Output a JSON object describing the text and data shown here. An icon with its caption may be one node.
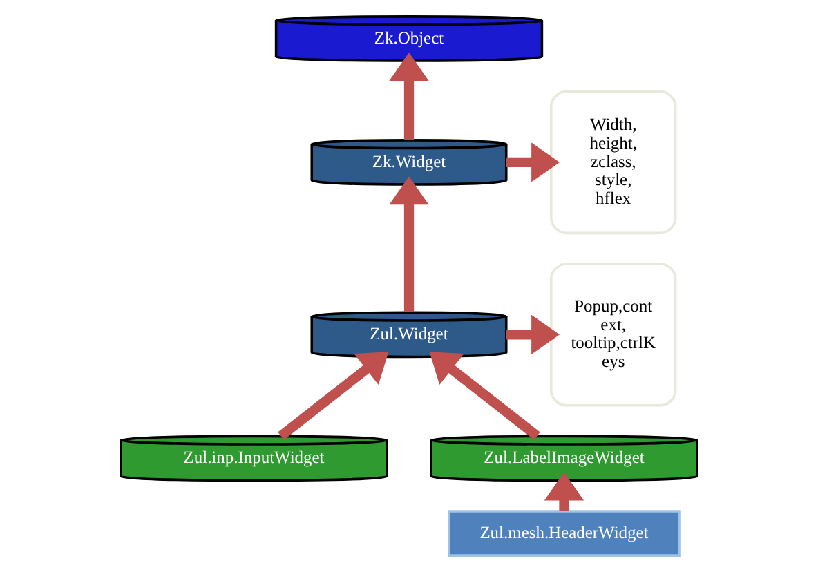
{
  "diagram": {
    "nodes": [
      {
        "text": [
          "Zk.Object"
        ]
      },
      {
        "text": [
          "Width, height, zclass, style, hflex"
        ]
      },
      {
        "text": [
          "Zk.Widget"
        ]
      },
      {
        "text": [
          "Zul.Widget"
        ]
      },
      {
        "text": [
          "Popup,cont ext, tooltip,ctrlK eys"
        ]
      },
      {
        "text": [
          "Zul.inp.InputWidget"
        ]
      },
      {
        "text": [
          "Zul.LabelImageWidget"
        ]
      },
      {
        "text": [
          "Zul.mesh.HeaderWidget"
        ]
      }
    ],
    "edges": [
      {
        "from": 2,
        "to": 0,
        "arrow": "to"
      },
      {
        "from": 2,
        "to": 1,
        "arrow": "to"
      },
      {
        "from": 3,
        "to": 2,
        "arrow": "to"
      },
      {
        "from": 3,
        "to": 4,
        "arrow": "to"
      },
      {
        "from": 5,
        "to": 3,
        "arrow": "to"
      },
      {
        "from": 6,
        "to": 3,
        "arrow": "to"
      },
      {
        "from": 7,
        "to": 6,
        "arrow": "to"
      }
    ]
  }
}
